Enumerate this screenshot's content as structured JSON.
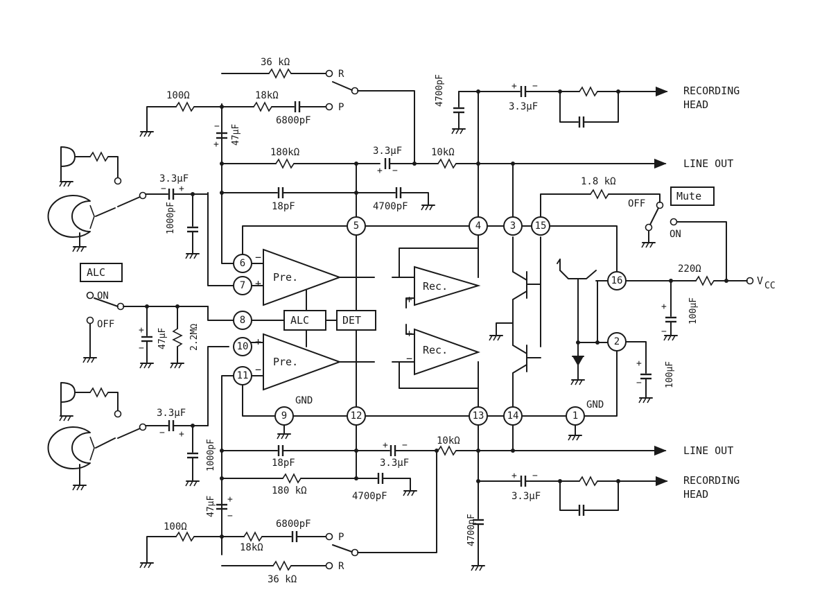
{
  "blocks": {
    "pre_top": "Pre.",
    "pre_bottom": "Pre.",
    "rec_top": "Rec.",
    "rec_bottom": "Rec.",
    "alc_block": "ALC",
    "det_block": "DET",
    "alc_switch": "ALC",
    "mute_switch": "Mute"
  },
  "switch_labels": {
    "alc_on": "ON",
    "alc_off": "OFF",
    "mute_off": "OFF",
    "mute_on": "ON",
    "rec_top": "R",
    "play_top": "P",
    "play_bottom": "P",
    "rec_bottom": "R"
  },
  "pins": [
    "1",
    "2",
    "3",
    "4",
    "5",
    "6",
    "7",
    "8",
    "9",
    "10",
    "11",
    "12",
    "13",
    "14",
    "15",
    "16"
  ],
  "components": {
    "r_36k_top": "36 kΩ",
    "r_100_top": "100Ω",
    "r_18k_top": "18kΩ",
    "c_6800p_top": "6800pF",
    "c_47u_top": "47μF",
    "r_180k_top": "180kΩ",
    "c_33u_top_mid": "3.3μF",
    "r_10k_top": "10kΩ",
    "c_4700p_top_left": "4700pF",
    "c_33u_top_right": "3.3μF",
    "c_33u_mic_top": "3.3μF",
    "c_18p_top": "18pF",
    "c_4700p_top_mid": "4700pF",
    "c_1000p_top": "1000pF",
    "r_18k_mute": "1.8 kΩ",
    "r_220": "220Ω",
    "c_100u_a": "100μF",
    "c_100u_b": "100μF",
    "c_47u_alc": "47μF",
    "r_22m": "2.2MΩ",
    "c_33u_mic_bot": "3.3μF",
    "c_1000p_bot": "1000pF",
    "c_18p_bot": "18pF",
    "c_33u_bot_mid": "3.3μF",
    "r_10k_bot": "10kΩ",
    "r_180k_bot": "180 kΩ",
    "c_4700p_bot_mid": "4700pF",
    "c_47u_bot": "47μF",
    "c_4700p_bot_right": "4700pF",
    "c_33u_bot_right": "3.3μF",
    "r_100_bot": "100Ω",
    "c_6800p_bot": "6800pF",
    "r_18k_bot": "18kΩ",
    "r_36k_bot": "36 kΩ"
  },
  "outputs": {
    "recording_head_top_1": "RECORDING",
    "recording_head_top_2": "HEAD",
    "line_out_top": "LINE OUT",
    "line_out_bot": "LINE OUT",
    "recording_head_bot_1": "RECORDING",
    "recording_head_bot_2": "HEAD"
  },
  "supply": {
    "vcc_main": "V",
    "vcc_sub": "CC"
  },
  "gnd_labels": {
    "pin9": "GND",
    "pin1": "GND"
  }
}
